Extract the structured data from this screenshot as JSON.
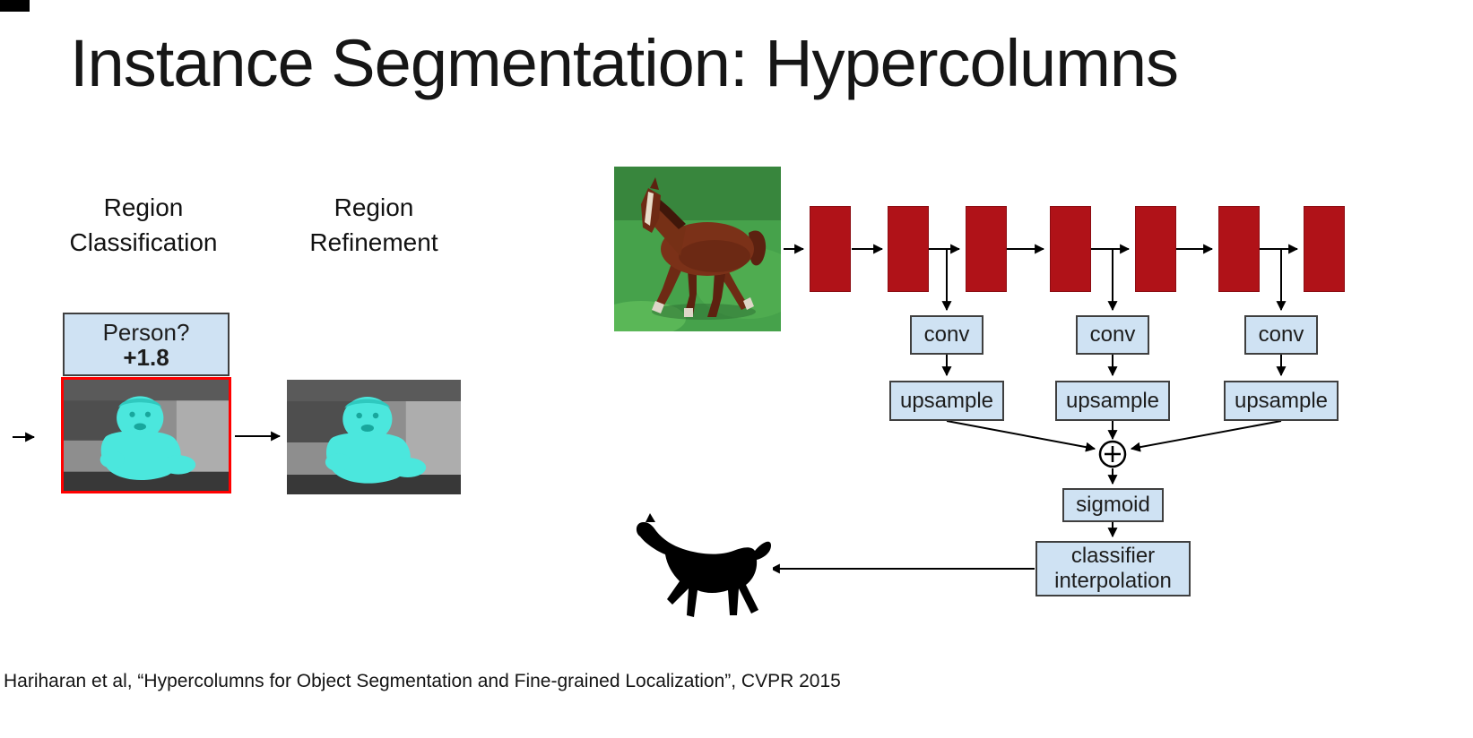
{
  "title": "Instance Segmentation: Hypercolumns",
  "left_panel": {
    "classification_label": {
      "line1": "Region",
      "line2": "Classification"
    },
    "refinement_label": {
      "line1": "Region",
      "line2": "Refinement"
    },
    "score_box": {
      "question": "Person?",
      "score": "+1.8"
    }
  },
  "network": {
    "num_conv_blocks": 7,
    "branches": [
      {
        "conv": "conv",
        "upsample": "upsample"
      },
      {
        "conv": "conv",
        "upsample": "upsample"
      },
      {
        "conv": "conv",
        "upsample": "upsample"
      }
    ],
    "sum_symbol": "⊕",
    "sigmoid_label": "sigmoid",
    "classifier_box": {
      "line1": "classifier",
      "line2": "interpolation"
    }
  },
  "images": {
    "input_photo": "running-horse-photo",
    "region_classification_image": "baby-photo-cyan-mask-red-bbox",
    "region_refinement_image": "baby-photo-cyan-mask",
    "output_image": "horse-black-segmentation-mask"
  },
  "colors": {
    "box_fill": "#cfe2f3",
    "box_border": "#3f3f3f",
    "conv_block_fill": "#b01218",
    "bbox_red": "#ff0000",
    "mask_cyan": "#4be7dd"
  },
  "citation": "Hariharan et al, “Hypercolumns for Object Segmentation and Fine-grained Localization”, CVPR 2015"
}
